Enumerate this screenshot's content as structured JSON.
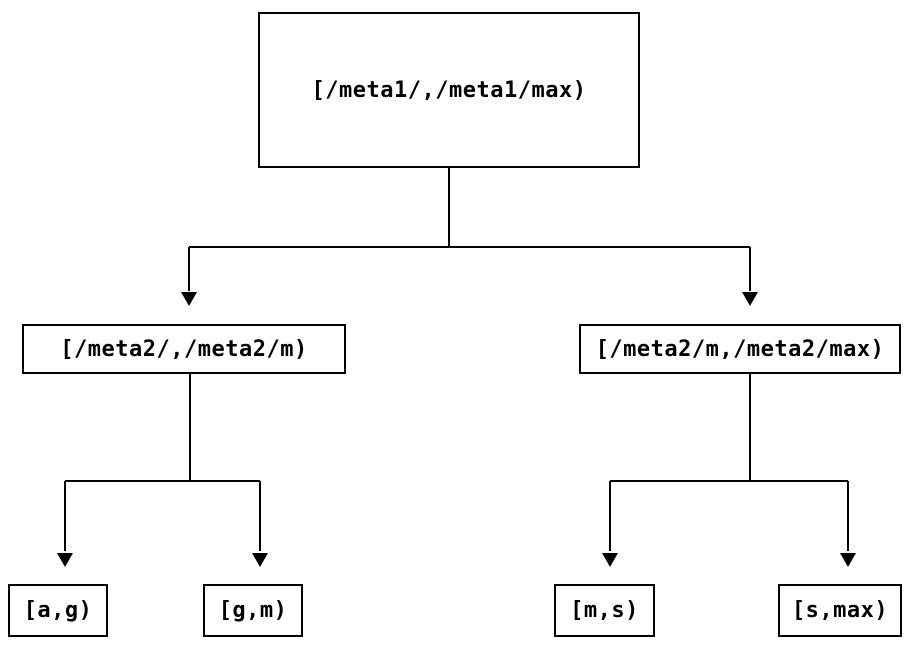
{
  "diagram": {
    "type": "binary-interval-tree",
    "background_color": "#ffffff",
    "line_color": "#000000",
    "nodes": {
      "root": {
        "label": "[/meta1/,/meta1/max)"
      },
      "meta2_low": {
        "label": "[/meta2/,/meta2/m)"
      },
      "meta2_high": {
        "label": "[/meta2/m,/meta2/max)"
      },
      "leaf_ag": {
        "label": "[a,g)"
      },
      "leaf_gm": {
        "label": "[g,m)"
      },
      "leaf_ms": {
        "label": "[m,s)"
      },
      "leaf_smax": {
        "label": "[s,max)"
      }
    },
    "edges": [
      {
        "from": "root",
        "to": "meta2_low"
      },
      {
        "from": "root",
        "to": "meta2_high"
      },
      {
        "from": "meta2_low",
        "to": "leaf_ag"
      },
      {
        "from": "meta2_low",
        "to": "leaf_gm"
      },
      {
        "from": "meta2_high",
        "to": "leaf_ms"
      },
      {
        "from": "meta2_high",
        "to": "leaf_smax"
      }
    ]
  }
}
